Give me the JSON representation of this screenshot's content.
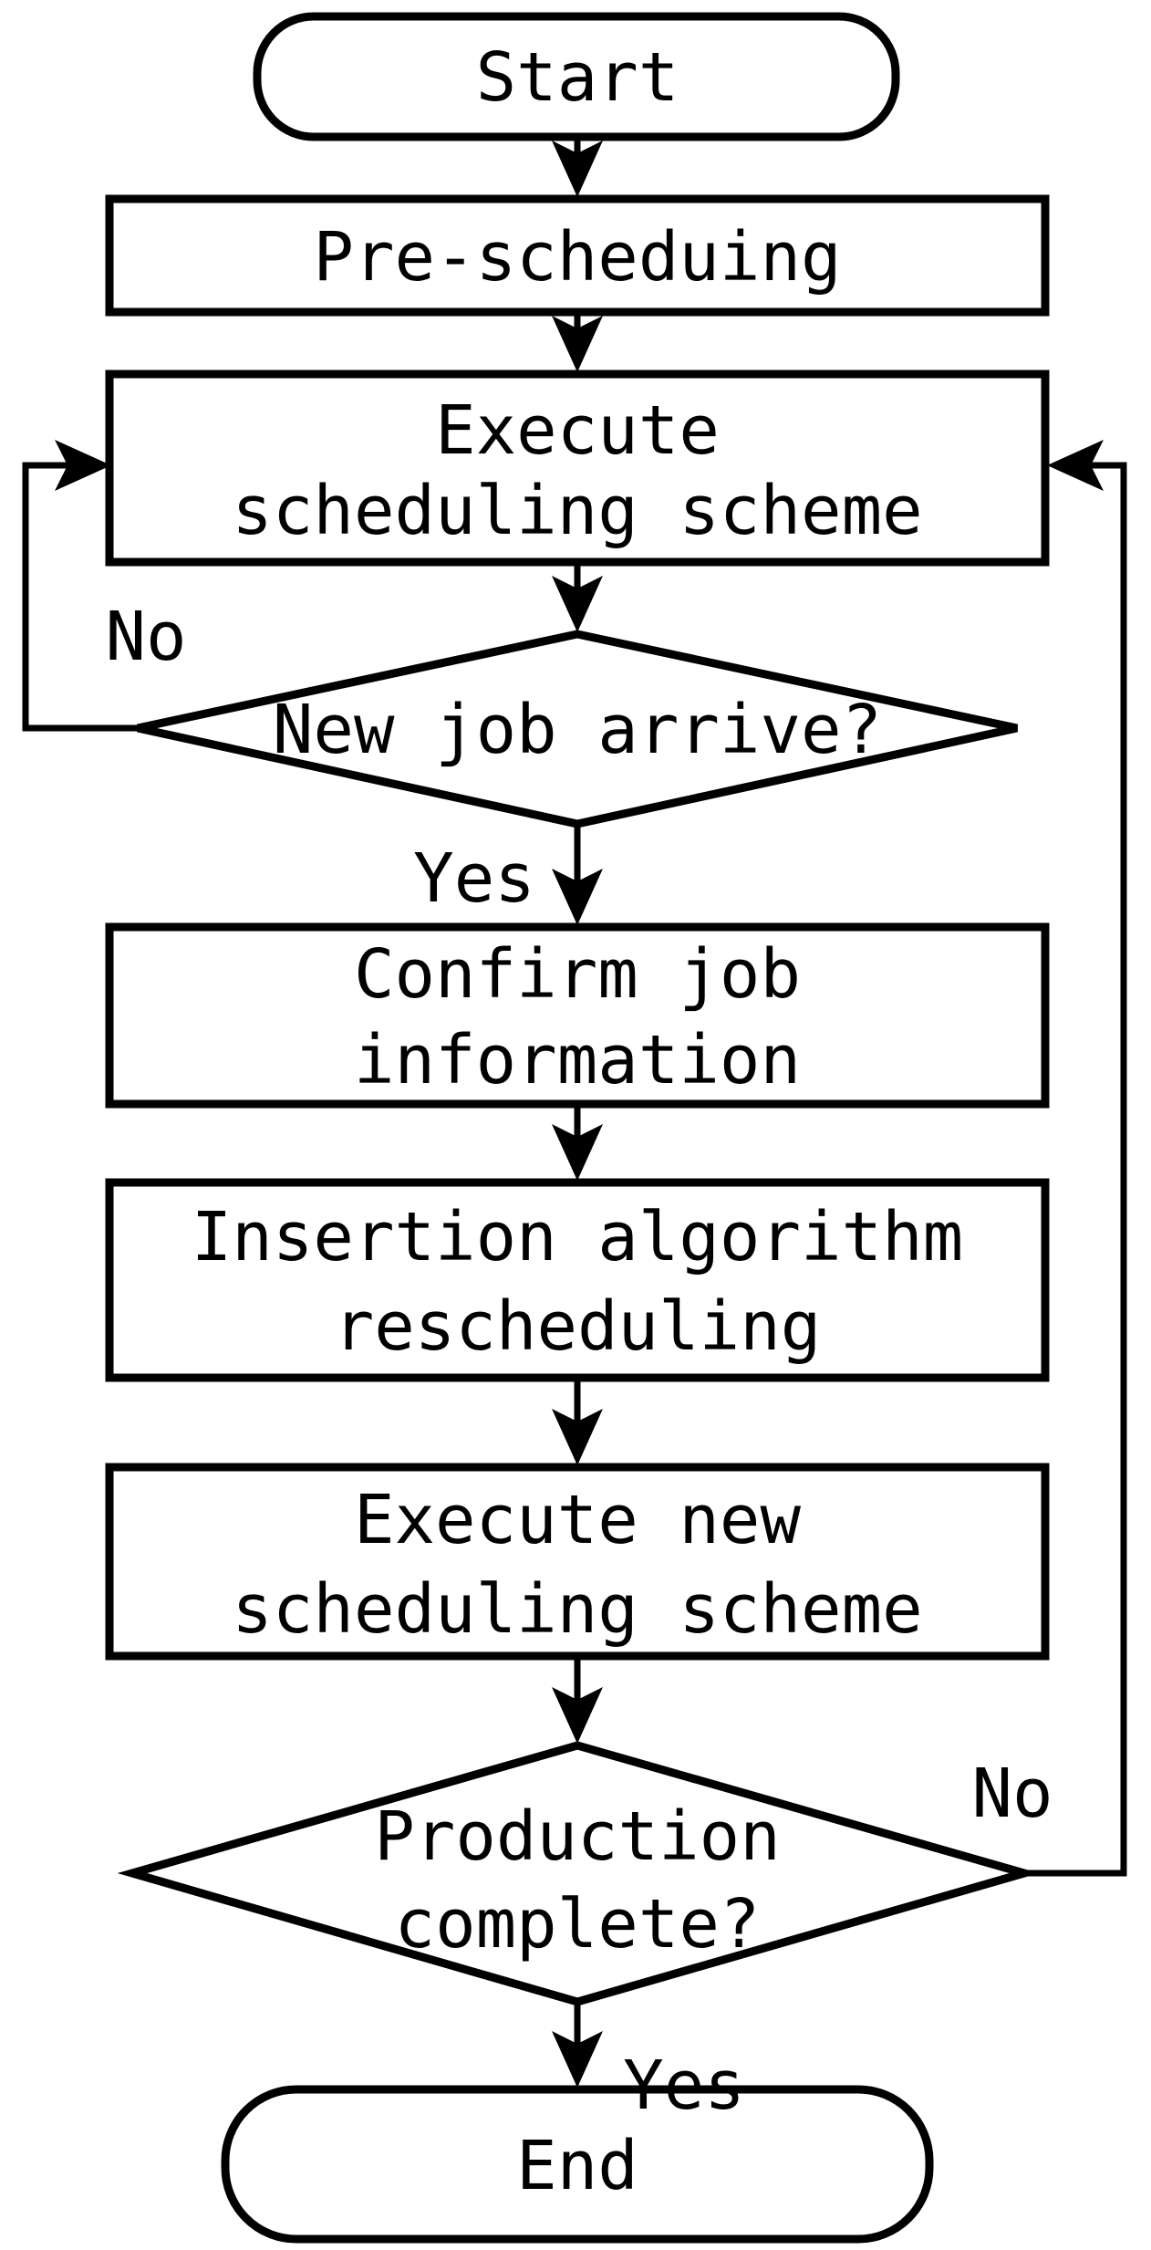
{
  "diagram": {
    "kind": "flowchart",
    "colors": {
      "stroke": "#000000",
      "fill": "#ffffff",
      "background": "#ffffff"
    },
    "nodes": {
      "start": {
        "shape": "terminator",
        "label": "Start"
      },
      "pre_scheduling": {
        "shape": "process",
        "label": "Pre-scheduing"
      },
      "execute_scheme": {
        "shape": "process",
        "lines": [
          "Execute",
          "scheduling scheme"
        ]
      },
      "new_job_arrive": {
        "shape": "decision",
        "label": "New job arrive?"
      },
      "confirm_job": {
        "shape": "process",
        "lines": [
          "Confirm job",
          "information"
        ]
      },
      "insertion_rescheduling": {
        "shape": "process",
        "lines": [
          "Insertion algorithm",
          "rescheduling"
        ]
      },
      "execute_new_scheme": {
        "shape": "process",
        "lines": [
          "Execute new",
          "scheduling scheme"
        ]
      },
      "production_complete": {
        "shape": "decision",
        "lines": [
          "Production",
          "complete?"
        ]
      },
      "end": {
        "shape": "terminator",
        "label": "End"
      }
    },
    "edge_labels": {
      "new_job_no": "No",
      "new_job_yes": "Yes",
      "production_no": "No",
      "production_yes": "Yes"
    }
  }
}
